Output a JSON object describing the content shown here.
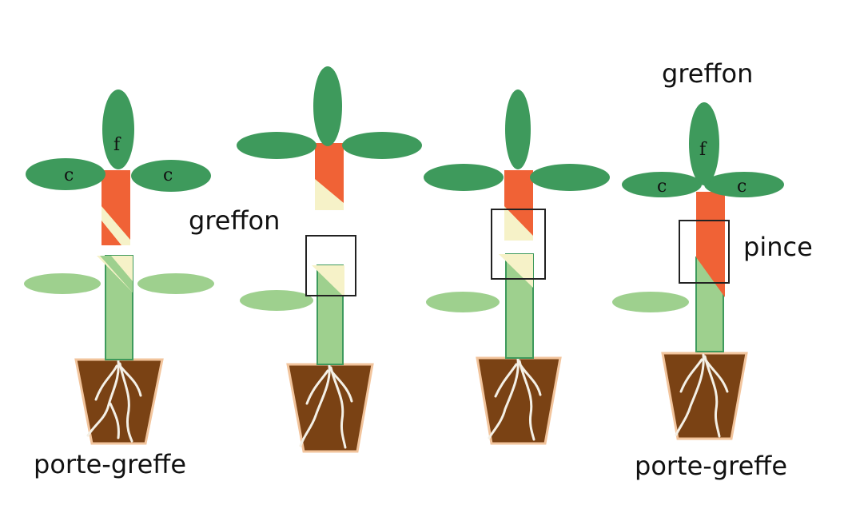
{
  "labels": {
    "rootstock": "porte-greffe",
    "scion": "greffon",
    "clip": "pince",
    "cotyledon": "c",
    "leaf": "f"
  },
  "colors": {
    "dark_green": "#3e9a5c",
    "light_green": "#9ed08e",
    "orange": "#f06236",
    "cream": "#f6f2c8",
    "soil": "#7a4214",
    "pot_border": "#f2c49c",
    "root": "#f4f0e6",
    "frame": "#222222"
  },
  "panels": [
    {
      "step": 1
    },
    {
      "step": 2
    },
    {
      "step": 3
    },
    {
      "step": 4
    }
  ]
}
